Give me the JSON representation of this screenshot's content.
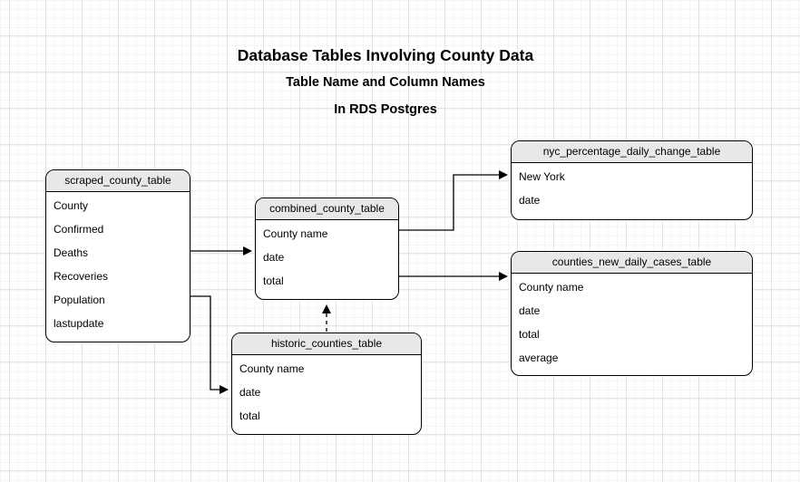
{
  "title": {
    "line1": "Database Tables Involving County Data",
    "line2": "Table Name and Column Names",
    "line3": "In RDS Postgres"
  },
  "tables": {
    "scraped": {
      "name": "scraped_county_table",
      "columns": [
        "County",
        "Confirmed",
        "Deaths",
        "Recoveries",
        "Population",
        "lastupdate"
      ]
    },
    "combined": {
      "name": "combined_county_table",
      "columns": [
        "County name",
        "date",
        "total"
      ]
    },
    "historic": {
      "name": "historic_counties_table",
      "columns": [
        "County name",
        "date",
        "total"
      ]
    },
    "nyc": {
      "name": "nyc_percentage_daily_change_table",
      "columns": [
        "New York",
        "date"
      ]
    },
    "counties": {
      "name": "counties_new_daily_cases_table",
      "columns": [
        "County name",
        "date",
        "total",
        "average"
      ]
    }
  },
  "edges": [
    {
      "from": "scraped_county_table",
      "to": "combined_county_table",
      "style": "solid"
    },
    {
      "from": "scraped_county_table",
      "to": "historic_counties_table",
      "style": "solid"
    },
    {
      "from": "combined_county_table",
      "to": "nyc_percentage_daily_change_table",
      "style": "solid"
    },
    {
      "from": "combined_county_table",
      "to": "counties_new_daily_cases_table",
      "style": "solid"
    },
    {
      "from": "historic_counties_table",
      "to": "combined_county_table",
      "style": "dashed"
    }
  ],
  "colors": {
    "background": "#ffffff",
    "grid_major": "#e4e4e4",
    "grid_minor": "#f5f5f5",
    "table_header_fill": "#e8e8e8",
    "table_border": "#000000",
    "edge_stroke": "#000000",
    "text": "#000000"
  }
}
